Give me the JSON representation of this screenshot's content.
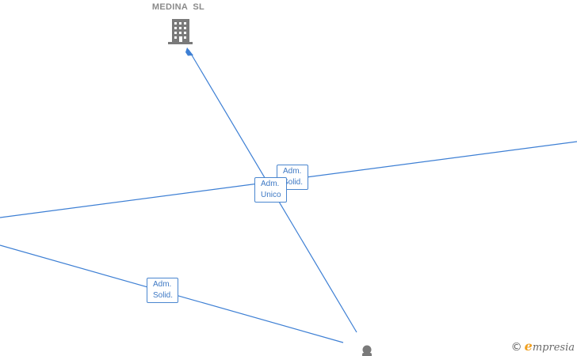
{
  "company": {
    "name": "MEDINA  SL",
    "icon": "building-icon"
  },
  "person": {
    "icon": "person-icon"
  },
  "relations": [
    {
      "line1": "Adm.",
      "line2": "Solid."
    },
    {
      "line1": "Adm.",
      "line2": "Unico"
    },
    {
      "line1": "Adm.",
      "line2": "Solid."
    }
  ],
  "colors": {
    "edge": "#3d7fd4",
    "node": "#7a7a7a",
    "label_border": "#4a86cf"
  },
  "watermark": {
    "copyright": "©",
    "brand_initial": "e",
    "brand_rest": "mpresia"
  }
}
